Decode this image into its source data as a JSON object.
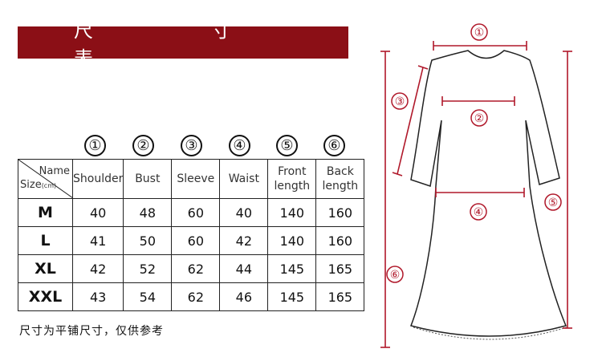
{
  "banner_title": "尺 寸 表",
  "column_numbers": [
    "①",
    "②",
    "③",
    "④",
    "⑤",
    "⑥"
  ],
  "table": {
    "corner_name": "Name",
    "corner_size": "Size",
    "corner_unit": "(cm)",
    "headers": [
      [
        "Shoulder"
      ],
      [
        "Bust"
      ],
      [
        "Sleeve"
      ],
      [
        "Waist"
      ],
      [
        "Front",
        "length"
      ],
      [
        "Back",
        "length"
      ]
    ],
    "rows": [
      {
        "size": "M",
        "values": [
          "40",
          "48",
          "60",
          "40",
          "140",
          "160"
        ]
      },
      {
        "size": "L",
        "values": [
          "41",
          "50",
          "60",
          "42",
          "140",
          "160"
        ]
      },
      {
        "size": "XL",
        "values": [
          "42",
          "52",
          "62",
          "44",
          "145",
          "165"
        ]
      },
      {
        "size": "XXL",
        "values": [
          "43",
          "54",
          "62",
          "46",
          "145",
          "165"
        ]
      }
    ]
  },
  "note": "尺寸为平铺尺寸，仅供参考",
  "diagram_labels": {
    "shoulder": "①",
    "bust": "②",
    "sleeve": "③",
    "waist": "④",
    "front_length": "⑤",
    "back_length": "⑥"
  },
  "colors": {
    "banner": "#8b0f16",
    "measure_line": "#b0182a"
  }
}
